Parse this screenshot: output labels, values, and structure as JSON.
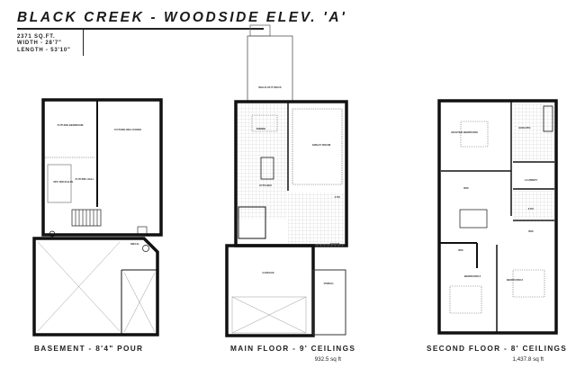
{
  "header": {
    "title": "BLACK CREEK - WOODSIDE ELEV. 'A'",
    "info": [
      "2371 SQ.FT.",
      "WIDTH - 28'7\"",
      "LENGTH - 53'10\""
    ]
  },
  "plans": [
    {
      "label": "BASEMENT - 8'4\" POUR",
      "sqft": "",
      "rooms": [
        "FUTURE BEDROOM",
        "FUTURE REC ROOM",
        "3PC ROUGH-IN",
        "FUTURE HALL",
        "MECH."
      ]
    },
    {
      "label": "MAIN FLOOR - 9' CEILINGS",
      "sqft": "932.5 sq ft",
      "rooms": [
        "WALK-OUT DECK",
        "DINING",
        "GREAT ROOM",
        "KITCHEN",
        "2 PC",
        "FOYER",
        "GARAGE",
        "PORCH"
      ]
    },
    {
      "label": "SECOND FLOOR - 8' CEILINGS",
      "sqft": "1,437.8 sq ft",
      "rooms": [
        "MASTER BEDROOM",
        "ENSUITE",
        "WIC",
        "LAUNDRY",
        "3 PC",
        "WIC",
        "BEDROOM 3",
        "BEDROOM 2",
        "WIC"
      ]
    }
  ]
}
